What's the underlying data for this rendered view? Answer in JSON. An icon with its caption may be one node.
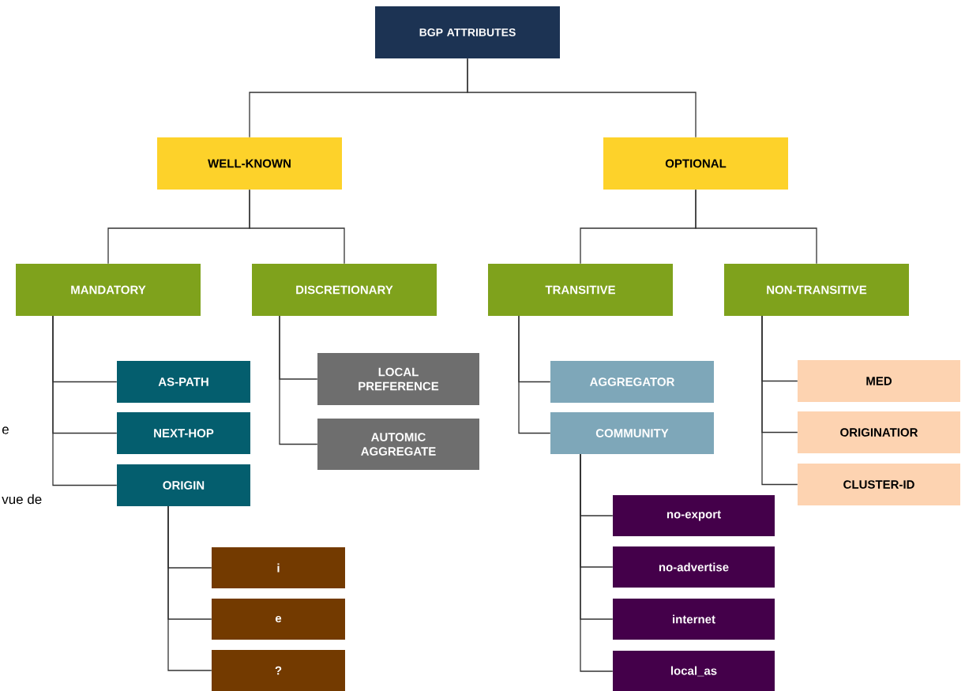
{
  "diagram": {
    "nodes": [
      {
        "text": [
          "BGP ATTRIBUTES"
        ]
      },
      {
        "text": [
          "WELL-KNOWN"
        ]
      },
      {
        "text": [
          "OPTIONAL"
        ]
      },
      {
        "text": [
          "MANDATORY"
        ]
      },
      {
        "text": [
          "DISCRETIONARY"
        ]
      },
      {
        "text": [
          "TRANSITIVE"
        ]
      },
      {
        "text": [
          "NON-TRANSITIVE"
        ]
      },
      {
        "text": [
          "AS-PATH"
        ]
      },
      {
        "text": [
          "NEXT-HOP"
        ]
      },
      {
        "text": [
          "ORIGIN"
        ]
      },
      {
        "text": [
          "LOCAL PREFERENCE"
        ]
      },
      {
        "text": [
          "AUTOMIC AGGREGATE"
        ]
      },
      {
        "text": [
          "AGGREGATOR"
        ]
      },
      {
        "text": [
          "COMMUNITY"
        ]
      },
      {
        "text": [
          "MED"
        ]
      },
      {
        "text": [
          "ORIGINATIOR"
        ]
      },
      {
        "text": [
          "CLUSTER-ID"
        ]
      },
      {
        "text": [
          "i"
        ]
      },
      {
        "text": [
          "e"
        ]
      },
      {
        "text": [
          "?"
        ]
      },
      {
        "text": [
          "no-export"
        ]
      },
      {
        "text": [
          "no-advertise"
        ]
      },
      {
        "text": [
          "internet"
        ]
      },
      {
        "text": [
          "local_as"
        ]
      }
    ],
    "edges": [
      {
        "from": 0,
        "to": 1,
        "arrow": "none"
      },
      {
        "from": 0,
        "to": 2,
        "arrow": "none"
      },
      {
        "from": 1,
        "to": 3,
        "arrow": "none"
      },
      {
        "from": 1,
        "to": 4,
        "arrow": "none"
      },
      {
        "from": 2,
        "to": 5,
        "arrow": "none"
      },
      {
        "from": 2,
        "to": 6,
        "arrow": "none"
      },
      {
        "from": 3,
        "to": 7,
        "arrow": "none"
      },
      {
        "from": 3,
        "to": 8,
        "arrow": "none"
      },
      {
        "from": 3,
        "to": 9,
        "arrow": "none"
      },
      {
        "from": 4,
        "to": 10,
        "arrow": "none"
      },
      {
        "from": 4,
        "to": 11,
        "arrow": "none"
      },
      {
        "from": 5,
        "to": 12,
        "arrow": "none"
      },
      {
        "from": 5,
        "to": 13,
        "arrow": "none"
      },
      {
        "from": 6,
        "to": 14,
        "arrow": "none"
      },
      {
        "from": 6,
        "to": 15,
        "arrow": "none"
      },
      {
        "from": 6,
        "to": 16,
        "arrow": "none"
      },
      {
        "from": 9,
        "to": 17,
        "arrow": "none"
      },
      {
        "from": 9,
        "to": 18,
        "arrow": "none"
      },
      {
        "from": 9,
        "to": 19,
        "arrow": "none"
      },
      {
        "from": 13,
        "to": 20,
        "arrow": "none"
      },
      {
        "from": 13,
        "to": 21,
        "arrow": "none"
      },
      {
        "from": 13,
        "to": 22,
        "arrow": "none"
      },
      {
        "from": 13,
        "to": 23,
        "arrow": "none"
      }
    ],
    "labels": [
      "e",
      "vue de"
    ]
  }
}
